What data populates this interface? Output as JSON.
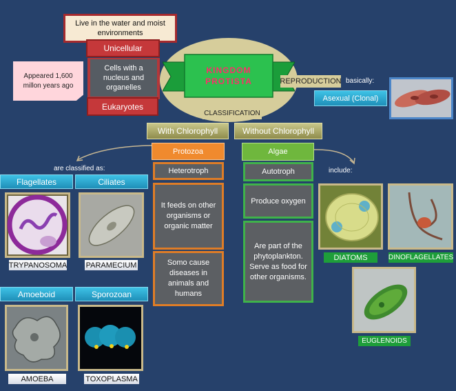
{
  "title": "KINGDOM PROTISTA",
  "habitat": "Live in the water and moist environments",
  "unicellular": "Unicellular",
  "cells": "Cells with a nucleus and organelles",
  "eukaryotes": "Eukaryotes",
  "appeared": "Appeared 1,600 millon years ago",
  "reproduction": "REPRODUCTION",
  "basically": "basically:",
  "asexual": "Asexual  (Clonal)",
  "classification": "CLASSIFICATION",
  "with_chlorophyll": "With Chlorophyll",
  "without_chlorophyll": "Without Chlorophyll",
  "protozoa": {
    "title": "Protozoa",
    "heterotroph": "Heterotroph",
    "feeds": "It feeds on other organisms or organic matter",
    "diseases": "Somo cause diseases in animals and humans",
    "classified_as": "are classified as:",
    "groups": [
      {
        "name": "Flagellates",
        "example": "TRYPANOSOMA"
      },
      {
        "name": "Ciliates",
        "example": "PARAMECIUM"
      },
      {
        "name": "Amoeboid",
        "example": "AMOEBA"
      },
      {
        "name": "Sporozoan",
        "example": "TOXOPLASMA"
      }
    ]
  },
  "algae": {
    "title": "Algae",
    "autotroph": "Autotroph",
    "oxygen": "Produce oxygen",
    "phytoplankton": "Are part of the phytoplankton. Serve as food for other organisms.",
    "include": "include:",
    "examples": [
      "DIATOMS",
      "DINOFLAGELLATES",
      "EUGLENOIDS"
    ]
  }
}
